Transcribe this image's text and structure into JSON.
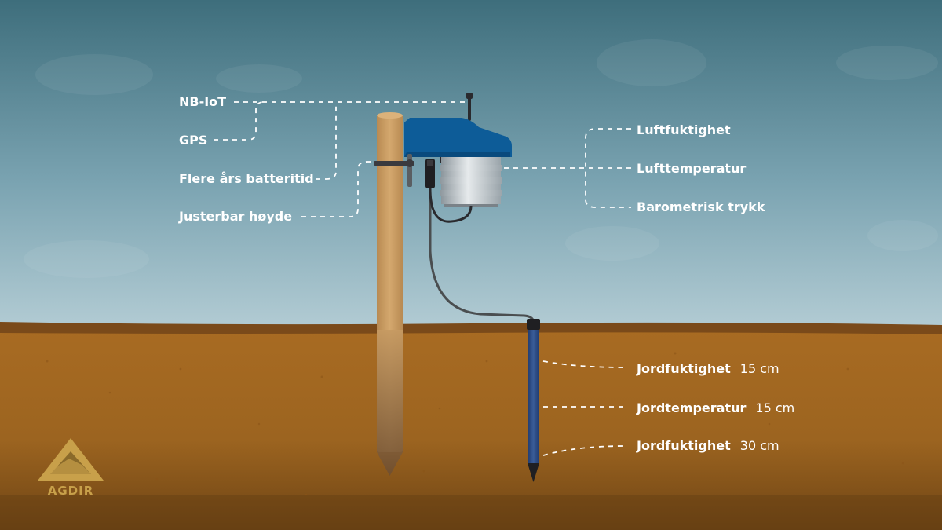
{
  "labels": {
    "nbiot": "NB-IoT",
    "gps": "GPS",
    "battery": "Flere års batteritid",
    "height": "Justerbar høyde",
    "humidity": "Luftfuktighet",
    "air_temp": "Lufttemperatur",
    "pressure": "Barometrisk trykk"
  },
  "soil_sensors": [
    {
      "label": "Jordfuktighet",
      "depth": "15 cm"
    },
    {
      "label": "Jordtemperatur",
      "depth": "15 cm"
    },
    {
      "label": "Jordfuktighet",
      "depth": "30 cm"
    }
  ],
  "logo": {
    "text": "AGDIR"
  },
  "colors": {
    "sky_top": "#3e6e7c",
    "sky_bottom": "#a7c6d0",
    "soil": "#a86b22",
    "post": "#c99a5e",
    "station_blue": "#0d5c98",
    "probe_blue": "#2d4d86",
    "logo_gold": "#c8a04a"
  }
}
